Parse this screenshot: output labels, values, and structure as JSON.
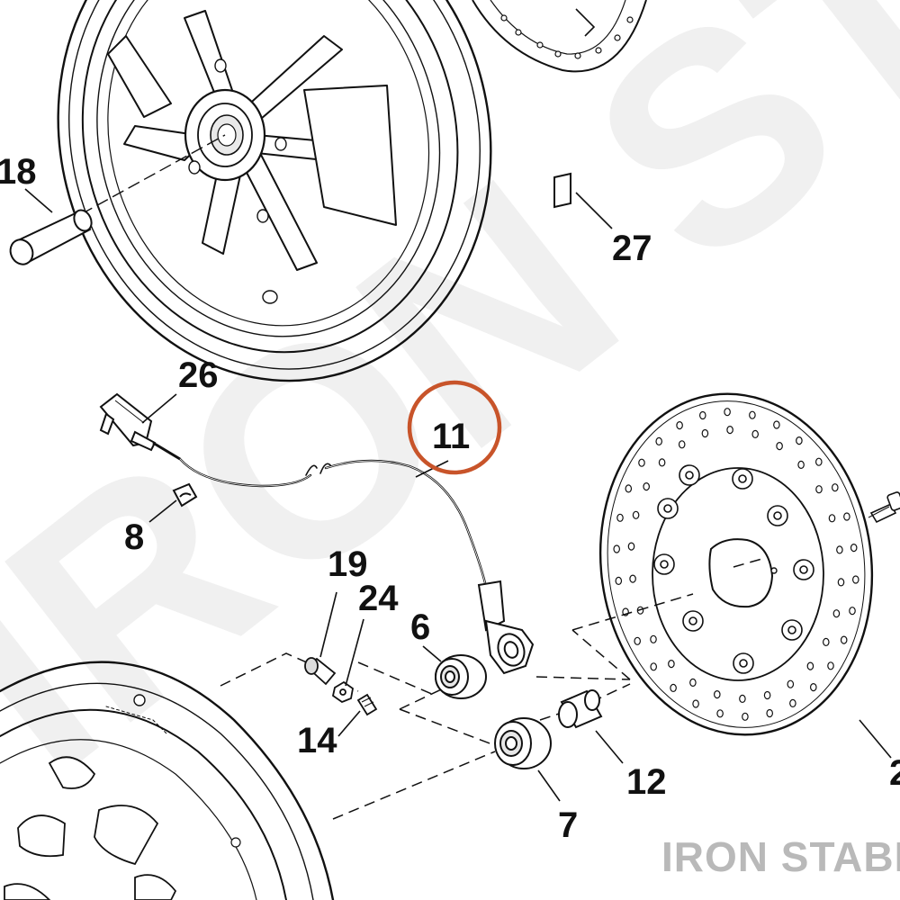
{
  "watermark": "IRON STABLE",
  "brand": "IRON STABLE",
  "highlight_color": "#c8542a",
  "callouts": {
    "c18": "18",
    "c27": "27",
    "c26": "26",
    "c11": "11",
    "c8": "8",
    "c19": "19",
    "c24": "24",
    "c6": "6",
    "c14": "14",
    "c12": "12",
    "c7": "7",
    "c2": "2"
  }
}
